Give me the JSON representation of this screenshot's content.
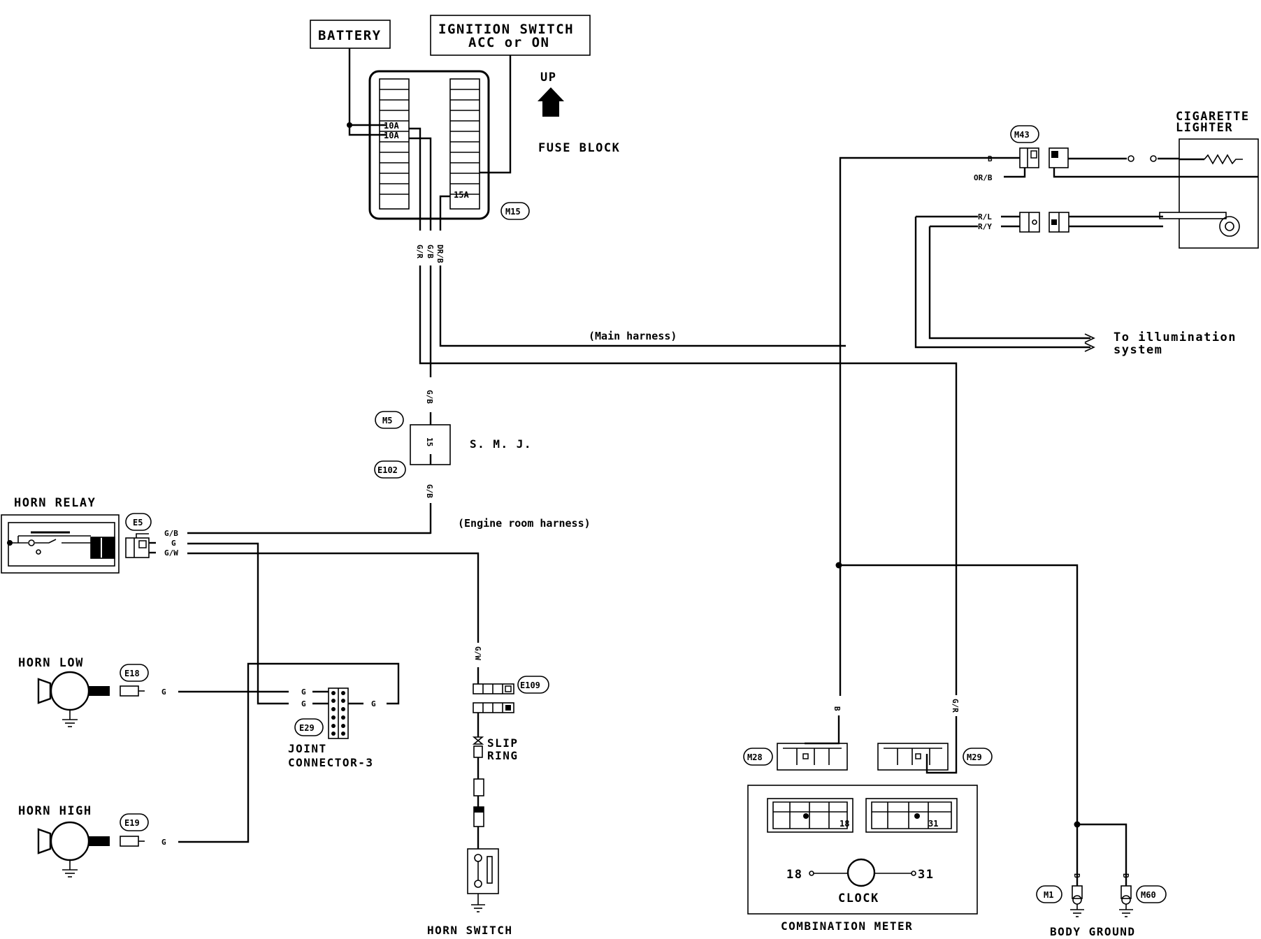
{
  "labels": {
    "battery": "BATTERY",
    "ignition_line1": "IGNITION SWITCH",
    "ignition_line2": "ACC or ON",
    "up": "UP",
    "fuse_block": "FUSE BLOCK",
    "fuse_a": "10A",
    "fuse_b": "10A",
    "fuse_c": "15A",
    "smj": "S. M. J.",
    "smj_pin": "15",
    "main_harness": "(Main harness)",
    "engine_harness": "(Engine room harness)",
    "horn_relay": "HORN RELAY",
    "horn_low": "HORN LOW",
    "horn_high": "HORN HIGH",
    "joint_line1": "JOINT",
    "joint_line2": "CONNECTOR-3",
    "slip_line1": "SLIP",
    "slip_line2": "RING",
    "horn_switch": "HORN SWITCH",
    "cig_line1": "CIGARETTE",
    "cig_line2": "LIGHTER",
    "illum_line1": "To illumination",
    "illum_line2": "system",
    "combination_meter": "COMBINATION METER",
    "clock": "CLOCK",
    "clock_pin_a": "18",
    "clock_pin_b": "31",
    "meter_pin_a": "18",
    "meter_pin_b": "31",
    "body_ground": "BODY GROUND"
  },
  "connectors": {
    "m15": "M15",
    "m5": "M5",
    "e102": "E102",
    "e5": "E5",
    "e18": "E18",
    "e19": "E19",
    "e29": "E29",
    "e109": "E109",
    "m43": "M43",
    "m28": "M28",
    "m29": "M29",
    "m1": "M1",
    "m60": "M60"
  },
  "wires": {
    "fuse_dr_b": "DR/B",
    "fuse_g_b": "G/B",
    "fuse_g_r": "G/R",
    "smj_top": "G/B",
    "smj_bottom": "G/B",
    "relay_1": "G/B",
    "relay_2": "G",
    "relay_3": "G/W",
    "horn_low": "G",
    "horn_high": "G",
    "joint_1": "G",
    "joint_2": "G",
    "joint_out": "G",
    "switch": "G/W",
    "m43_b": "B",
    "m43_orb": "OR/B",
    "r_l": "R/L",
    "r_y": "R/Y",
    "meter_b": "B",
    "meter_gr": "G/R",
    "ground_1": "B",
    "ground_2": "B"
  }
}
